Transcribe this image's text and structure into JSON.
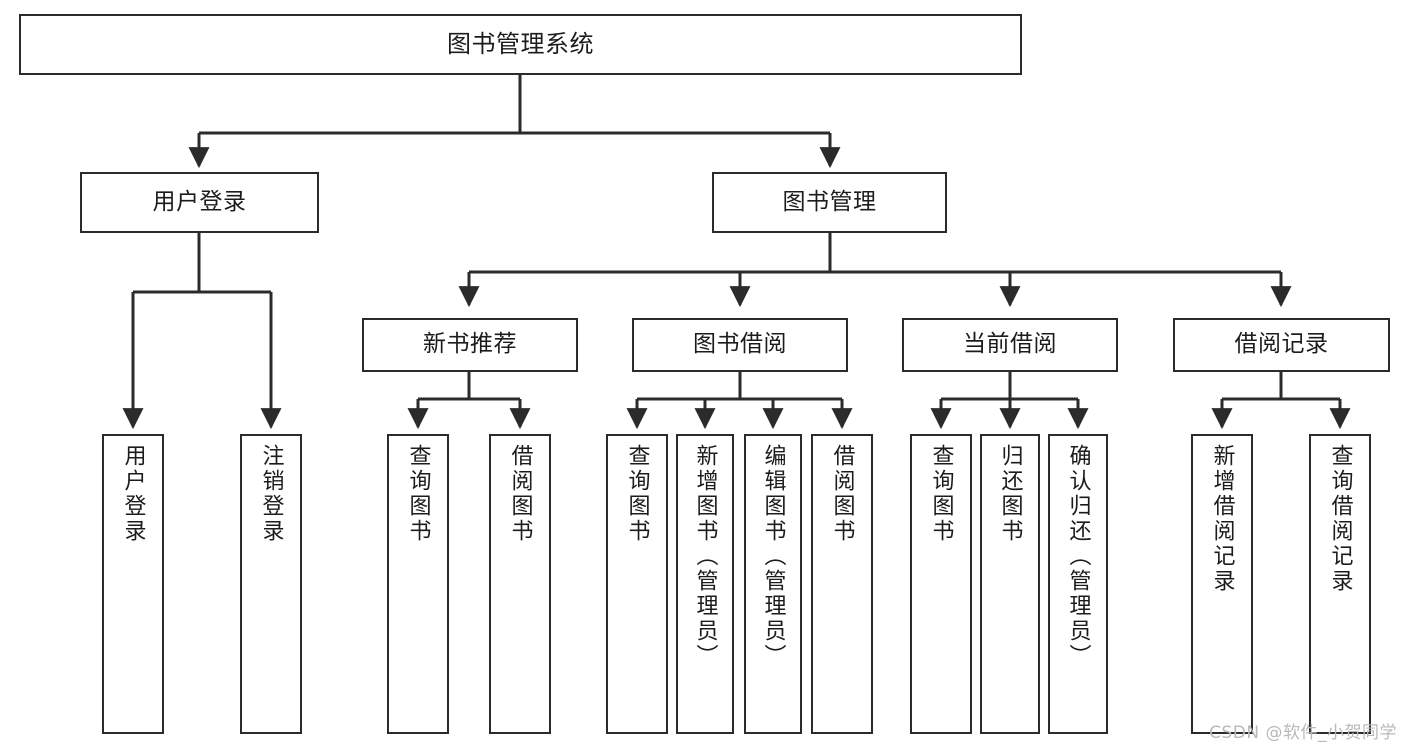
{
  "diagram": {
    "title": "图书管理系统",
    "type": "hierarchy-tree",
    "watermark": "CSDN @软件_小贺同学",
    "colors": {
      "stroke": "#2b2b2b",
      "fill": "#ffffff",
      "text": "#1c1c1c",
      "watermark": "#b9b9b9"
    },
    "nodes": {
      "root": {
        "label": "图书管理系统"
      },
      "level2": [
        {
          "label": "用户登录"
        },
        {
          "label": "图书管理"
        }
      ],
      "level3": [
        {
          "label": "新书推荐"
        },
        {
          "label": "图书借阅"
        },
        {
          "label": "当前借阅"
        },
        {
          "label": "借阅记录"
        }
      ],
      "leaves": {
        "user_login": [
          {
            "label": "用户登录"
          },
          {
            "label": "注销登录"
          }
        ],
        "new_book_recommend": [
          {
            "label": "查询图书"
          },
          {
            "label": "借阅图书"
          }
        ],
        "book_borrow": [
          {
            "label": "查询图书"
          },
          {
            "label": "新增图书（管理员）"
          },
          {
            "label": "编辑图书（管理员）"
          },
          {
            "label": "借阅图书"
          }
        ],
        "current_borrow": [
          {
            "label": "查询图书"
          },
          {
            "label": "归还图书"
          },
          {
            "label": "确认归还（管理员）"
          }
        ],
        "borrow_record": [
          {
            "label": "新增借阅记录"
          },
          {
            "label": "查询借阅记录"
          }
        ]
      }
    }
  }
}
